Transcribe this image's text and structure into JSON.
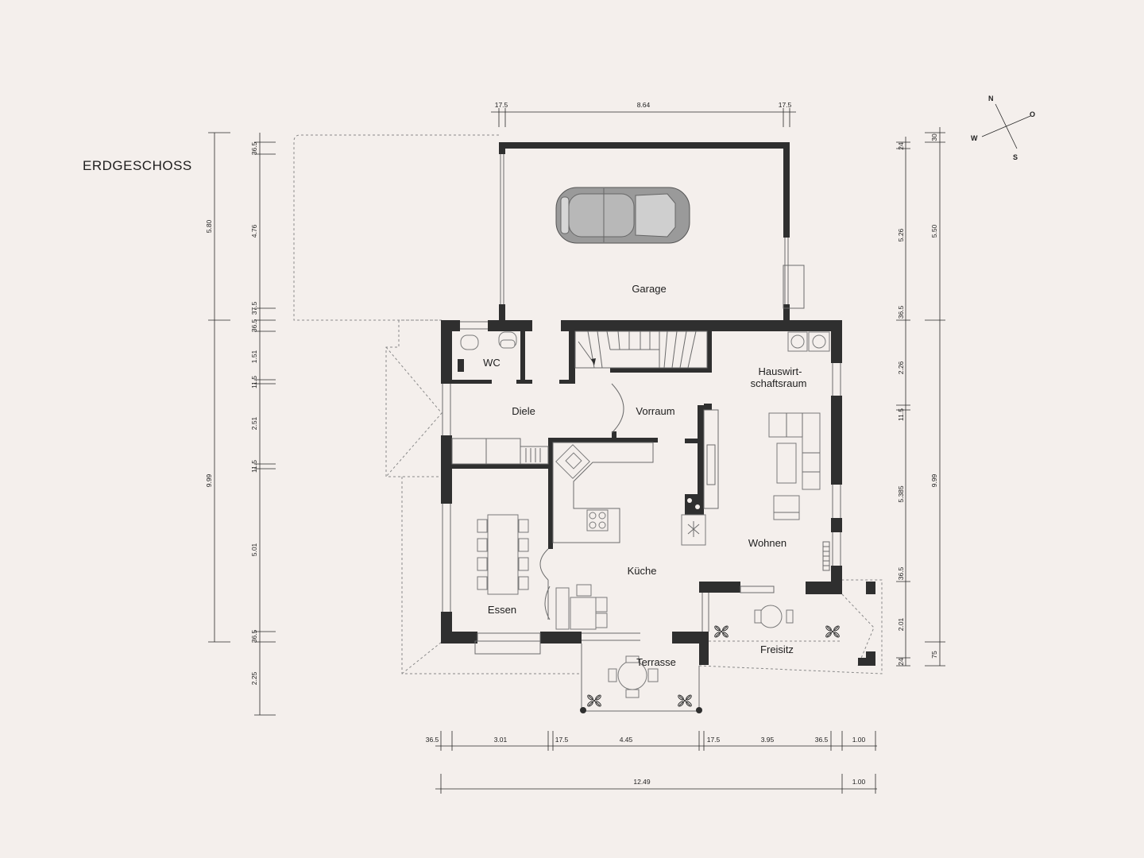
{
  "floor_title": "ERDGESCHOSS",
  "compass": {
    "n": "N",
    "o": "O",
    "s": "S",
    "w": "W"
  },
  "rooms": {
    "garage": "Garage",
    "wc": "WC",
    "diele": "Diele",
    "vorraum": "Vorraum",
    "hauswirt_1": "Hauswirt-",
    "hauswirt_2": "schaftsraum",
    "wohnen": "Wohnen",
    "kueche": "Küche",
    "essen": "Essen",
    "terrasse": "Terrasse",
    "freisitz": "Freisitz"
  },
  "dimensions": {
    "top": [
      "17.5",
      "8.64",
      "17.5"
    ],
    "left_outer": [
      "5.80",
      "9.99",
      "2.25"
    ],
    "left_inner": [
      "36.5",
      "4.76",
      "37.5",
      "36.5",
      "1.51",
      "11.5",
      "2.51",
      "11.5",
      "5.01",
      "36.5"
    ],
    "right_inner": [
      "24",
      "5.26",
      "36.5",
      "2.26",
      "11.5",
      "5.385",
      "36.5",
      "2.01",
      "24"
    ],
    "right_outer": [
      "30",
      "5.50",
      "9.99",
      "75"
    ],
    "bottom_row1": [
      "36.5",
      "3.01",
      "17.5",
      "4.45",
      "17.5",
      "3.95",
      "36.5",
      "1.00"
    ],
    "bottom_row2": [
      "12.49",
      "1.00"
    ]
  }
}
